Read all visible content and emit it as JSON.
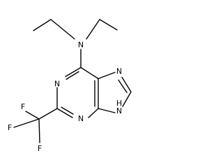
{
  "labels": {
    "amine_n": "N",
    "ring_n1": "N",
    "ring_n3": "N",
    "ring_n7": "N",
    "ring_n9": "N",
    "ring_h9": "H",
    "f_top": "F",
    "f_left": "F",
    "f_bottom": "F"
  }
}
